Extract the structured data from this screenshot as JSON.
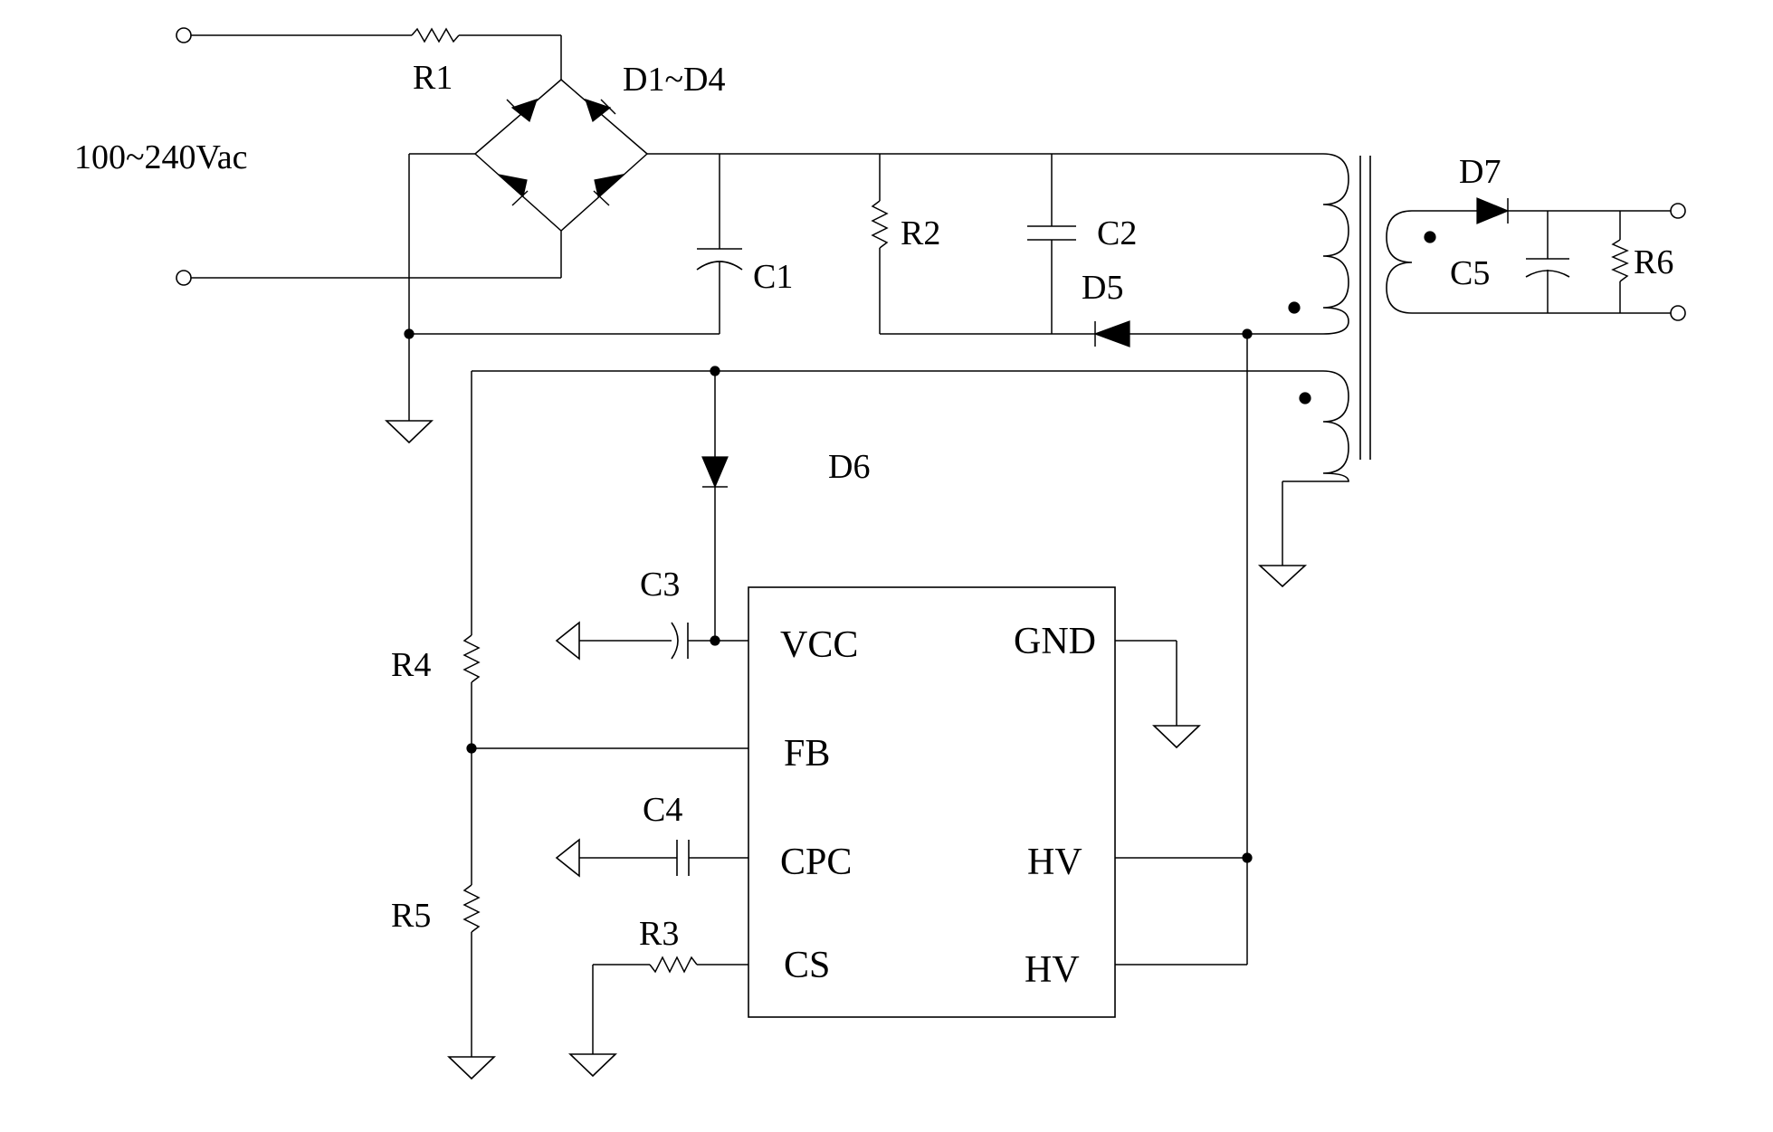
{
  "labels": {
    "input": "100~240Vac",
    "r1": "R1",
    "bridge": "D1~D4",
    "c1": "C1",
    "r2": "R2",
    "c2": "C2",
    "d5": "D5",
    "d6": "D6",
    "d7": "D7",
    "c5": "C5",
    "r6": "R6",
    "c3": "C3",
    "r4": "R4",
    "c4": "C4",
    "r5": "R5",
    "r3": "R3"
  },
  "ic": {
    "pins": {
      "vcc": "VCC",
      "fb": "FB",
      "cpc": "CPC",
      "cs": "CS",
      "gnd": "GND",
      "hv1": "HV",
      "hv2": "HV"
    }
  }
}
